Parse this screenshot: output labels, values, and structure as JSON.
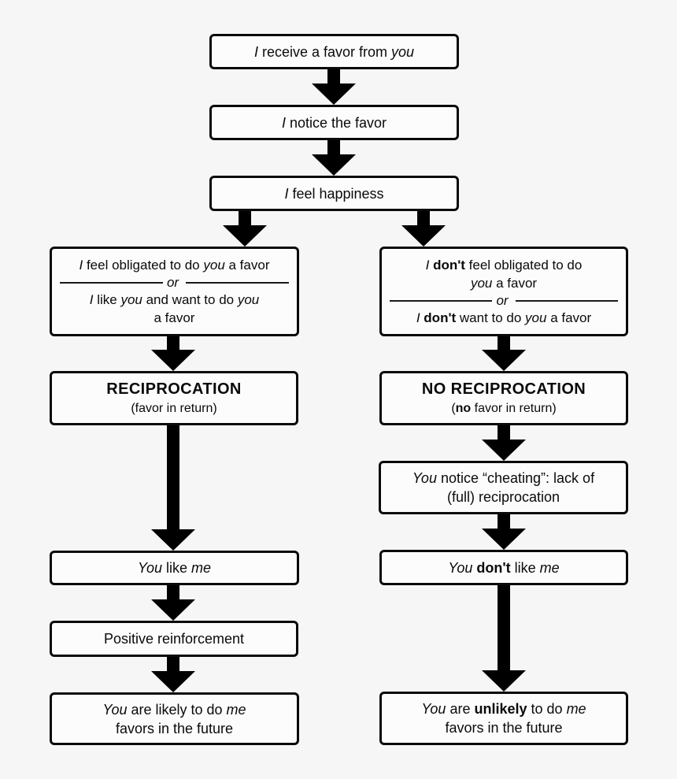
{
  "colors": {
    "background": "#f6f6f6",
    "box_fill": "#fcfcfc",
    "box_border": "#0a0a0a",
    "arrow": "#000000",
    "text": "#0a0a0a"
  },
  "icons": {
    "flow_arrow": "solid-black-down-arrow"
  },
  "boxes": [
    {
      "id": "receive-favor",
      "lines": [
        {
          "seg": [
            {
              "t": "I",
              "i": true
            },
            {
              "t": " receive a favor from "
            },
            {
              "t": "you",
              "i": true
            }
          ]
        }
      ]
    },
    {
      "id": "notice-favor",
      "lines": [
        {
          "seg": [
            {
              "t": "I",
              "i": true
            },
            {
              "t": " notice the favor"
            }
          ]
        }
      ]
    },
    {
      "id": "feel-happiness",
      "lines": [
        {
          "seg": [
            {
              "t": "I",
              "i": true
            },
            {
              "t": " feel happiness"
            }
          ]
        }
      ]
    },
    {
      "id": "feel-obligated",
      "lines": [
        {
          "seg": [
            {
              "t": "I",
              "i": true
            },
            {
              "t": " feel obligated to do "
            },
            {
              "t": "you",
              "i": true
            },
            {
              "t": " a favor"
            }
          ]
        },
        {
          "divider": true,
          "t": "or"
        },
        {
          "seg": [
            {
              "t": "I",
              "i": true
            },
            {
              "t": " like "
            },
            {
              "t": "you",
              "i": true
            },
            {
              "t": " and want to do "
            },
            {
              "t": "you",
              "i": true
            }
          ]
        },
        {
          "seg": [
            {
              "t": "a favor"
            }
          ]
        }
      ]
    },
    {
      "id": "dont-feel-obligated",
      "lines": [
        {
          "seg": [
            {
              "t": "I",
              "i": true
            },
            {
              "t": " "
            },
            {
              "t": "don't",
              "b": true
            },
            {
              "t": " feel obligated to do"
            }
          ]
        },
        {
          "seg": [
            {
              "t": "you",
              "i": true
            },
            {
              "t": " a favor"
            }
          ]
        },
        {
          "divider": true,
          "t": "or"
        },
        {
          "seg": [
            {
              "t": "I",
              "i": true
            },
            {
              "t": " "
            },
            {
              "t": "don't",
              "b": true
            },
            {
              "t": " want to do "
            },
            {
              "t": "you",
              "i": true
            },
            {
              "t": " a favor"
            }
          ]
        }
      ]
    },
    {
      "id": "reciprocation",
      "lines": [
        {
          "cls": "headline",
          "seg": [
            {
              "t": "RECIPROCATION",
              "b": true
            }
          ]
        },
        {
          "cls": "subline",
          "seg": [
            {
              "t": "(favor in return)"
            }
          ]
        }
      ]
    },
    {
      "id": "no-reciprocation",
      "lines": [
        {
          "cls": "headline",
          "seg": [
            {
              "t": "NO RECIPROCATION",
              "b": true
            }
          ]
        },
        {
          "cls": "subline",
          "seg": [
            {
              "t": "("
            },
            {
              "t": "no",
              "b": true
            },
            {
              "t": " favor in return)"
            }
          ]
        }
      ]
    },
    {
      "id": "notice-cheating",
      "lines": [
        {
          "seg": [
            {
              "t": "You",
              "i": true
            },
            {
              "t": " notice “cheating”: lack of"
            }
          ]
        },
        {
          "seg": [
            {
              "t": "(full) reciprocation"
            }
          ]
        }
      ]
    },
    {
      "id": "you-like-me",
      "lines": [
        {
          "seg": [
            {
              "t": "You",
              "i": true
            },
            {
              "t": " like "
            },
            {
              "t": "me",
              "i": true
            }
          ]
        }
      ]
    },
    {
      "id": "you-dont-like-me",
      "lines": [
        {
          "seg": [
            {
              "t": "You",
              "i": true
            },
            {
              "t": " "
            },
            {
              "t": "don't",
              "b": true
            },
            {
              "t": " like "
            },
            {
              "t": "me",
              "i": true
            }
          ]
        }
      ]
    },
    {
      "id": "positive-reinforcement",
      "lines": [
        {
          "seg": [
            {
              "t": "Positive reinforcement"
            }
          ]
        }
      ]
    },
    {
      "id": "likely-favors",
      "lines": [
        {
          "seg": [
            {
              "t": "You",
              "i": true
            },
            {
              "t": " are likely to do "
            },
            {
              "t": "me",
              "i": true
            }
          ]
        },
        {
          "seg": [
            {
              "t": "favors in the future"
            }
          ]
        }
      ]
    },
    {
      "id": "unlikely-favors",
      "lines": [
        {
          "seg": [
            {
              "t": "You",
              "i": true
            },
            {
              "t": " are "
            },
            {
              "t": "unlikely",
              "b": true
            },
            {
              "t": " to do "
            },
            {
              "t": "me",
              "i": true
            }
          ]
        },
        {
          "seg": [
            {
              "t": "favors in the future"
            }
          ]
        }
      ]
    }
  ]
}
